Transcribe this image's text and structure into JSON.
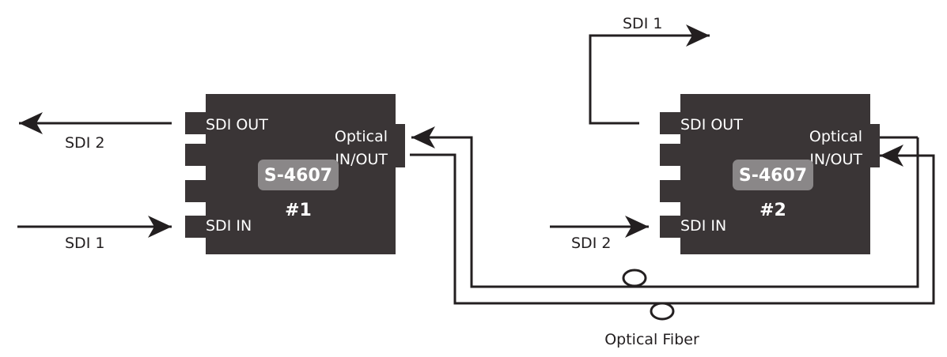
{
  "colors": {
    "device_body": "#3a3536",
    "model_badge": "#8a8788",
    "line": "#231f20",
    "label_on_device": "#ffffff",
    "label_outside": "#231f20"
  },
  "devices": [
    {
      "model": "S-4607",
      "unit": "#1",
      "port_sdi_out": "SDI OUT",
      "port_sdi_in": "SDI IN",
      "port_optical_1": "Optical",
      "port_optical_2": "IN/OUT"
    },
    {
      "model": "S-4607",
      "unit": "#2",
      "port_sdi_out": "SDI OUT",
      "port_sdi_in": "SDI IN",
      "port_optical_1": "Optical",
      "port_optical_2": "IN/OUT"
    }
  ],
  "signals": {
    "dev1_output": "SDI 2",
    "dev1_input": "SDI 1",
    "dev2_output": "SDI 1",
    "dev2_input": "SDI 2"
  },
  "cable_label": "Optical Fiber"
}
